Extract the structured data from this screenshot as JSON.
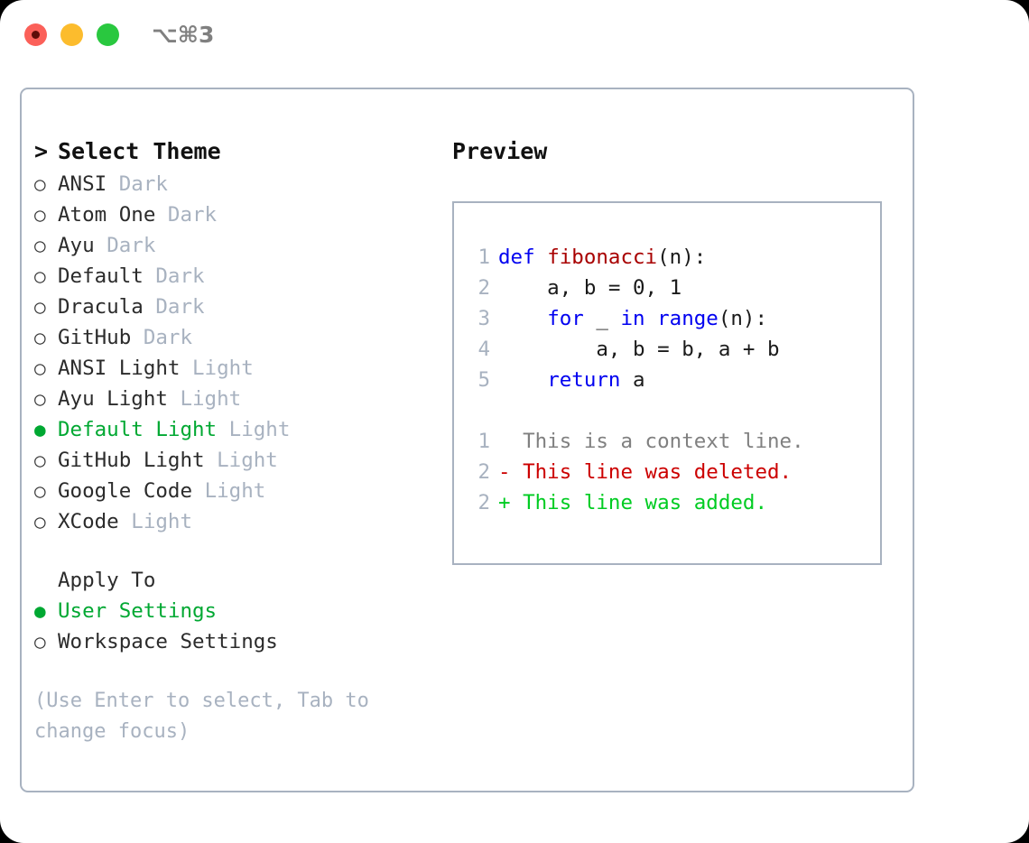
{
  "titlebar": {
    "shortcut": "⌥⌘3",
    "buttons": [
      {
        "name": "close",
        "color": "#fb6059"
      },
      {
        "name": "minimize",
        "color": "#fcbc2d"
      },
      {
        "name": "maximize",
        "color": "#29c83f"
      }
    ]
  },
  "theme_picker": {
    "caret": ">",
    "heading": "Select Theme",
    "bullet_empty": "○",
    "bullet_filled": "●",
    "items": [
      {
        "name": "ANSI",
        "variant": "Dark",
        "selected": false
      },
      {
        "name": "Atom One",
        "variant": "Dark",
        "selected": false
      },
      {
        "name": "Ayu",
        "variant": "Dark",
        "selected": false
      },
      {
        "name": "Default",
        "variant": "Dark",
        "selected": false
      },
      {
        "name": "Dracula",
        "variant": "Dark",
        "selected": false
      },
      {
        "name": "GitHub",
        "variant": "Dark",
        "selected": false
      },
      {
        "name": "ANSI Light",
        "variant": "Light",
        "selected": false
      },
      {
        "name": "Ayu Light",
        "variant": "Light",
        "selected": false
      },
      {
        "name": "Default Light",
        "variant": "Light",
        "selected": true
      },
      {
        "name": "GitHub Light",
        "variant": "Light",
        "selected": false
      },
      {
        "name": "Google Code",
        "variant": "Light",
        "selected": false
      },
      {
        "name": "XCode",
        "variant": "Light",
        "selected": false
      }
    ]
  },
  "apply_to": {
    "heading": "Apply To",
    "options": [
      {
        "label": "User Settings",
        "selected": true
      },
      {
        "label": "Workspace Settings",
        "selected": false
      }
    ]
  },
  "hint": "(Use Enter to select, Tab to change focus)",
  "preview": {
    "title": "Preview",
    "code_lines": [
      {
        "number": "1",
        "tokens": [
          {
            "text": "def ",
            "kind": "kw"
          },
          {
            "text": "fibonacci",
            "kind": "fn"
          },
          {
            "text": "(n):",
            "kind": "pl"
          }
        ]
      },
      {
        "number": "2",
        "tokens": [
          {
            "text": "    a, b = 0, 1",
            "kind": "pl"
          }
        ]
      },
      {
        "number": "3",
        "tokens": [
          {
            "text": "    ",
            "kind": "pl"
          },
          {
            "text": "for",
            "kind": "kw"
          },
          {
            "text": " _ ",
            "kind": "pl"
          },
          {
            "text": "in",
            "kind": "kw"
          },
          {
            "text": " ",
            "kind": "pl"
          },
          {
            "text": "range",
            "kind": "kw"
          },
          {
            "text": "(n):",
            "kind": "pl"
          }
        ]
      },
      {
        "number": "4",
        "tokens": [
          {
            "text": "        a, b = b, a + b",
            "kind": "pl"
          }
        ]
      },
      {
        "number": "5",
        "tokens": [
          {
            "text": "    ",
            "kind": "pl"
          },
          {
            "text": "return",
            "kind": "kw"
          },
          {
            "text": " a",
            "kind": "pl"
          }
        ]
      }
    ],
    "diff_lines": [
      {
        "number": "1",
        "marker": "  ",
        "text": "This is a context line.",
        "kind": "ctx"
      },
      {
        "number": "2",
        "marker": "- ",
        "text": "This line was deleted.",
        "kind": "del"
      },
      {
        "number": "2",
        "marker": "+ ",
        "text": "This line was added.",
        "kind": "add"
      }
    ]
  },
  "colors": {
    "accent_green": "#00a832",
    "muted": "#a8b2c0",
    "keyword": "#0000f0",
    "function": "#a80000",
    "diff_add": "#00cc22",
    "diff_del": "#cc0000"
  }
}
